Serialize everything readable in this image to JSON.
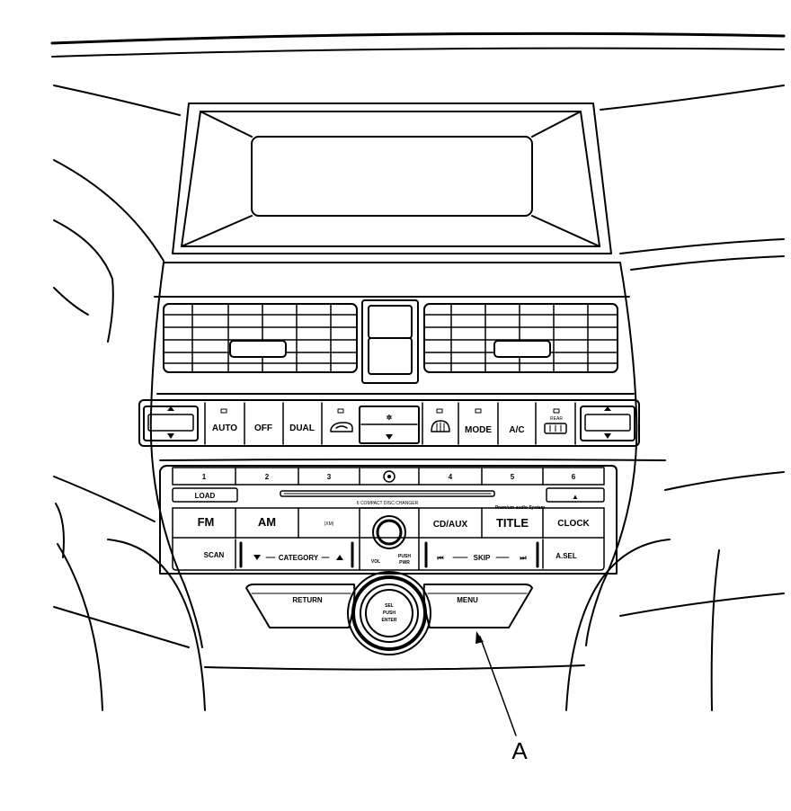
{
  "callout": {
    "label": "A"
  },
  "climate": {
    "auto": "AUTO",
    "off": "OFF",
    "dual": "DUAL",
    "mode": "MODE",
    "ac": "A/C",
    "rear_small": "REAR"
  },
  "presets": [
    "1",
    "2",
    "3",
    "4",
    "5",
    "6"
  ],
  "audio": {
    "load": "LOAD",
    "fm": "FM",
    "am": "AM",
    "xm": "(XM)",
    "cd_aux": "CD/AUX",
    "title": "TITLE",
    "clock": "CLOCK",
    "scan": "SCAN",
    "category": "CATEGORY",
    "vol": "VOL",
    "push": "PUSH",
    "pwr": "PWR",
    "skip": "SKIP",
    "a_sel": "A.SEL",
    "changer": "6 COMPACT DISC CHANGER",
    "brand": "Premium audio System",
    "eject_sym": "▲"
  },
  "interface": {
    "return": "RETURN",
    "menu": "MENU",
    "sel": "SEL",
    "push": "PUSH",
    "enter": "ENTER"
  }
}
